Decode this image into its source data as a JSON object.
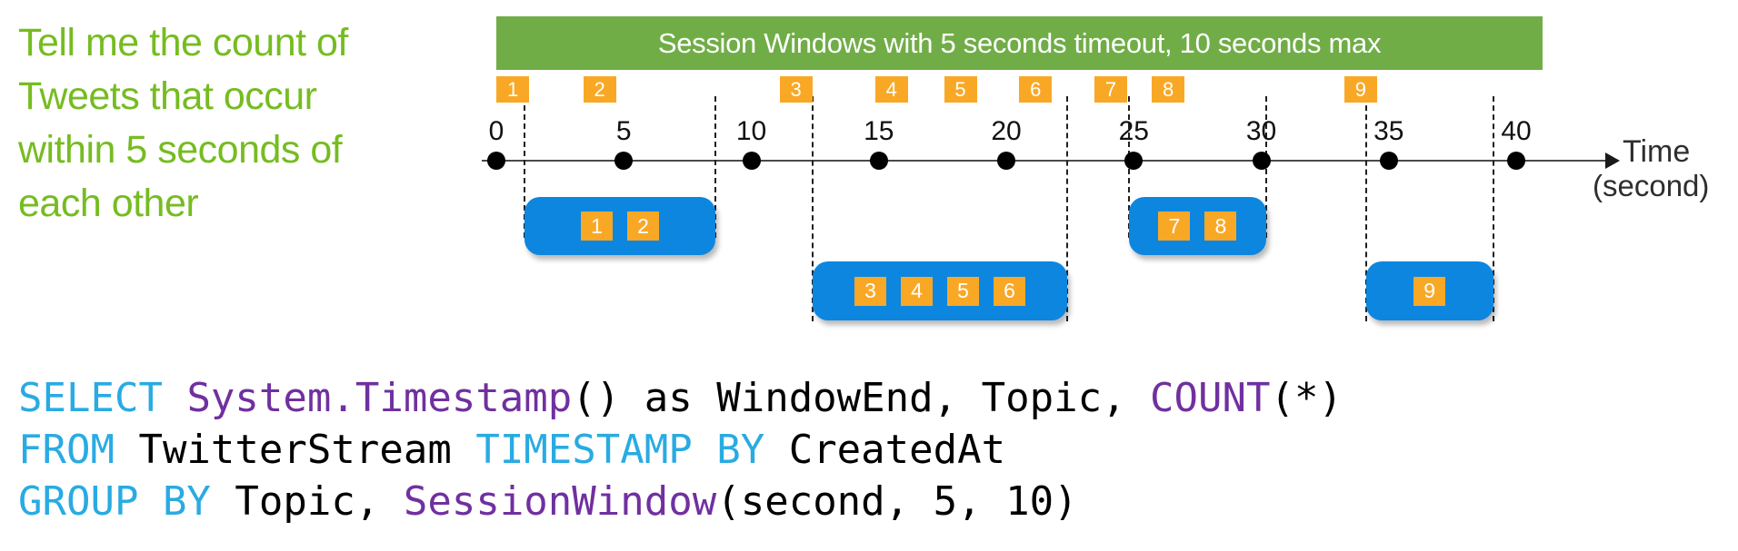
{
  "colors": {
    "headline_green": "#76BC21",
    "banner_green": "#70AD47",
    "banner_text": "#FFFFFF",
    "event_orange": "#F9A826",
    "window_blue": "#0D86E0",
    "sql_keyword_cyan": "#29ABE2",
    "sql_function_purple": "#7030A0",
    "sql_plain": "#000000"
  },
  "headline": {
    "lines": [
      "Tell me the count of",
      "Tweets that occur",
      "within 5 seconds of",
      "each other"
    ]
  },
  "banner": {
    "label": "Session Windows with 5 seconds timeout, 10 seconds max"
  },
  "timeline": {
    "axis_label_line1": "Time",
    "axis_label_line2": "(second)",
    "unit": "seconds",
    "ticks": [
      0,
      5,
      10,
      15,
      20,
      25,
      30,
      35,
      40
    ],
    "events": [
      {
        "id": "1",
        "t": 0.65
      },
      {
        "id": "2",
        "t": 4.05
      },
      {
        "id": "3",
        "t": 11.75
      },
      {
        "id": "4",
        "t": 15.5
      },
      {
        "id": "5",
        "t": 18.2
      },
      {
        "id": "6",
        "t": 21.15
      },
      {
        "id": "7",
        "t": 24.1
      },
      {
        "id": "8",
        "t": 26.35
      },
      {
        "id": "9",
        "t": 33.9
      }
    ],
    "windows": [
      {
        "events": [
          "1",
          "2"
        ],
        "start": 1.1,
        "end": 8.6,
        "band": "upper"
      },
      {
        "events": [
          "3",
          "4",
          "5",
          "6"
        ],
        "start": 12.4,
        "end": 22.4,
        "band": "lower"
      },
      {
        "events": [
          "7",
          "8"
        ],
        "start": 24.8,
        "end": 30.2,
        "band": "upper"
      },
      {
        "events": [
          "9"
        ],
        "start": 34.1,
        "end": 39.1,
        "band": "lower"
      }
    ]
  },
  "sql": {
    "lines": [
      [
        {
          "text": "SELECT ",
          "role": "keyword"
        },
        {
          "text": "System.Timestamp",
          "role": "function"
        },
        {
          "text": "() as WindowEnd, Topic, ",
          "role": "plain"
        },
        {
          "text": "COUNT",
          "role": "function"
        },
        {
          "text": "(*)",
          "role": "plain"
        }
      ],
      [
        {
          "text": "FROM ",
          "role": "keyword"
        },
        {
          "text": "TwitterStream ",
          "role": "plain"
        },
        {
          "text": "TIMESTAMP BY ",
          "role": "keyword"
        },
        {
          "text": "CreatedAt",
          "role": "plain"
        }
      ],
      [
        {
          "text": "GROUP BY ",
          "role": "keyword"
        },
        {
          "text": "Topic, ",
          "role": "plain"
        },
        {
          "text": "SessionWindow",
          "role": "function"
        },
        {
          "text": "(second, 5, 10)",
          "role": "plain"
        }
      ]
    ]
  }
}
